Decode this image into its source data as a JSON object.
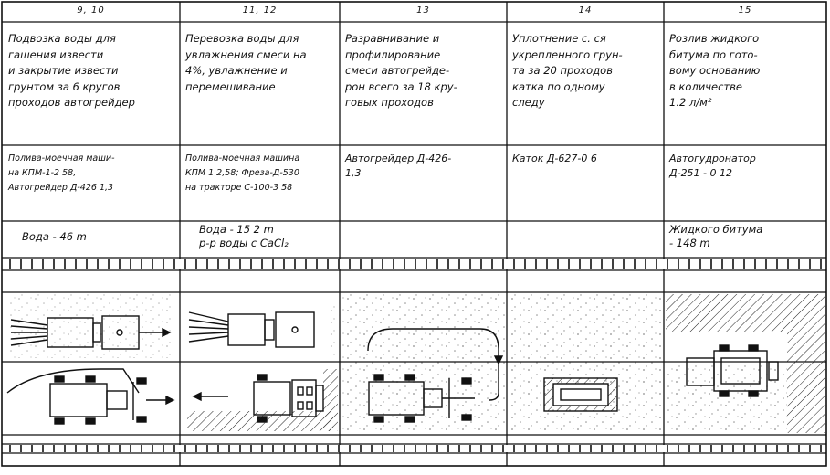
{
  "columns": [
    {
      "header": "9, 10",
      "description": "Подвозка воды для\nгашения извести\nи закрытие извести\nгрунтом за 6 кругов\nпроходов автогрейдер",
      "machines": "Полива-моечная маши-\nна КПМ-1-2 58,\nАвтогрейдер Д-426 1,3",
      "materials": "Вода - 46 m"
    },
    {
      "header": "11, 12",
      "description": "Перевозка воды для\nувлажнения смеси на\n4%, увлажнение и\nперемешивание",
      "machines": "Полива-моечная машина\nКПМ 1 2,58; Фреза-Д-530\nна тракторе С-100-3 58",
      "materials": "Вода - 15 2 m\nр-р воды с CaCl₂"
    },
    {
      "header": "13",
      "description": "Разравнивание и\nпрофилирование\nсмеси автогрейде-\nрон всего за 18 кру-\nговых проходов",
      "machines": "Автогрейдер Д-426-\n1,3",
      "materials": ""
    },
    {
      "header": "14",
      "description": "Уплотнение с. ся\nукрепленного грун-\nта за 20 проходов\nкатка по одному\nследу",
      "machines": "Каток Д-627-0 6",
      "materials": ""
    },
    {
      "header": "15",
      "description": "Розлив жидкого\nбитума по гото-\nвому основанию\nв количестве\n1.2 л/м²",
      "machines": "Автогудронатор\nД-251 - 0 12",
      "materials": "Жидкого битума\n- 148 m"
    }
  ]
}
